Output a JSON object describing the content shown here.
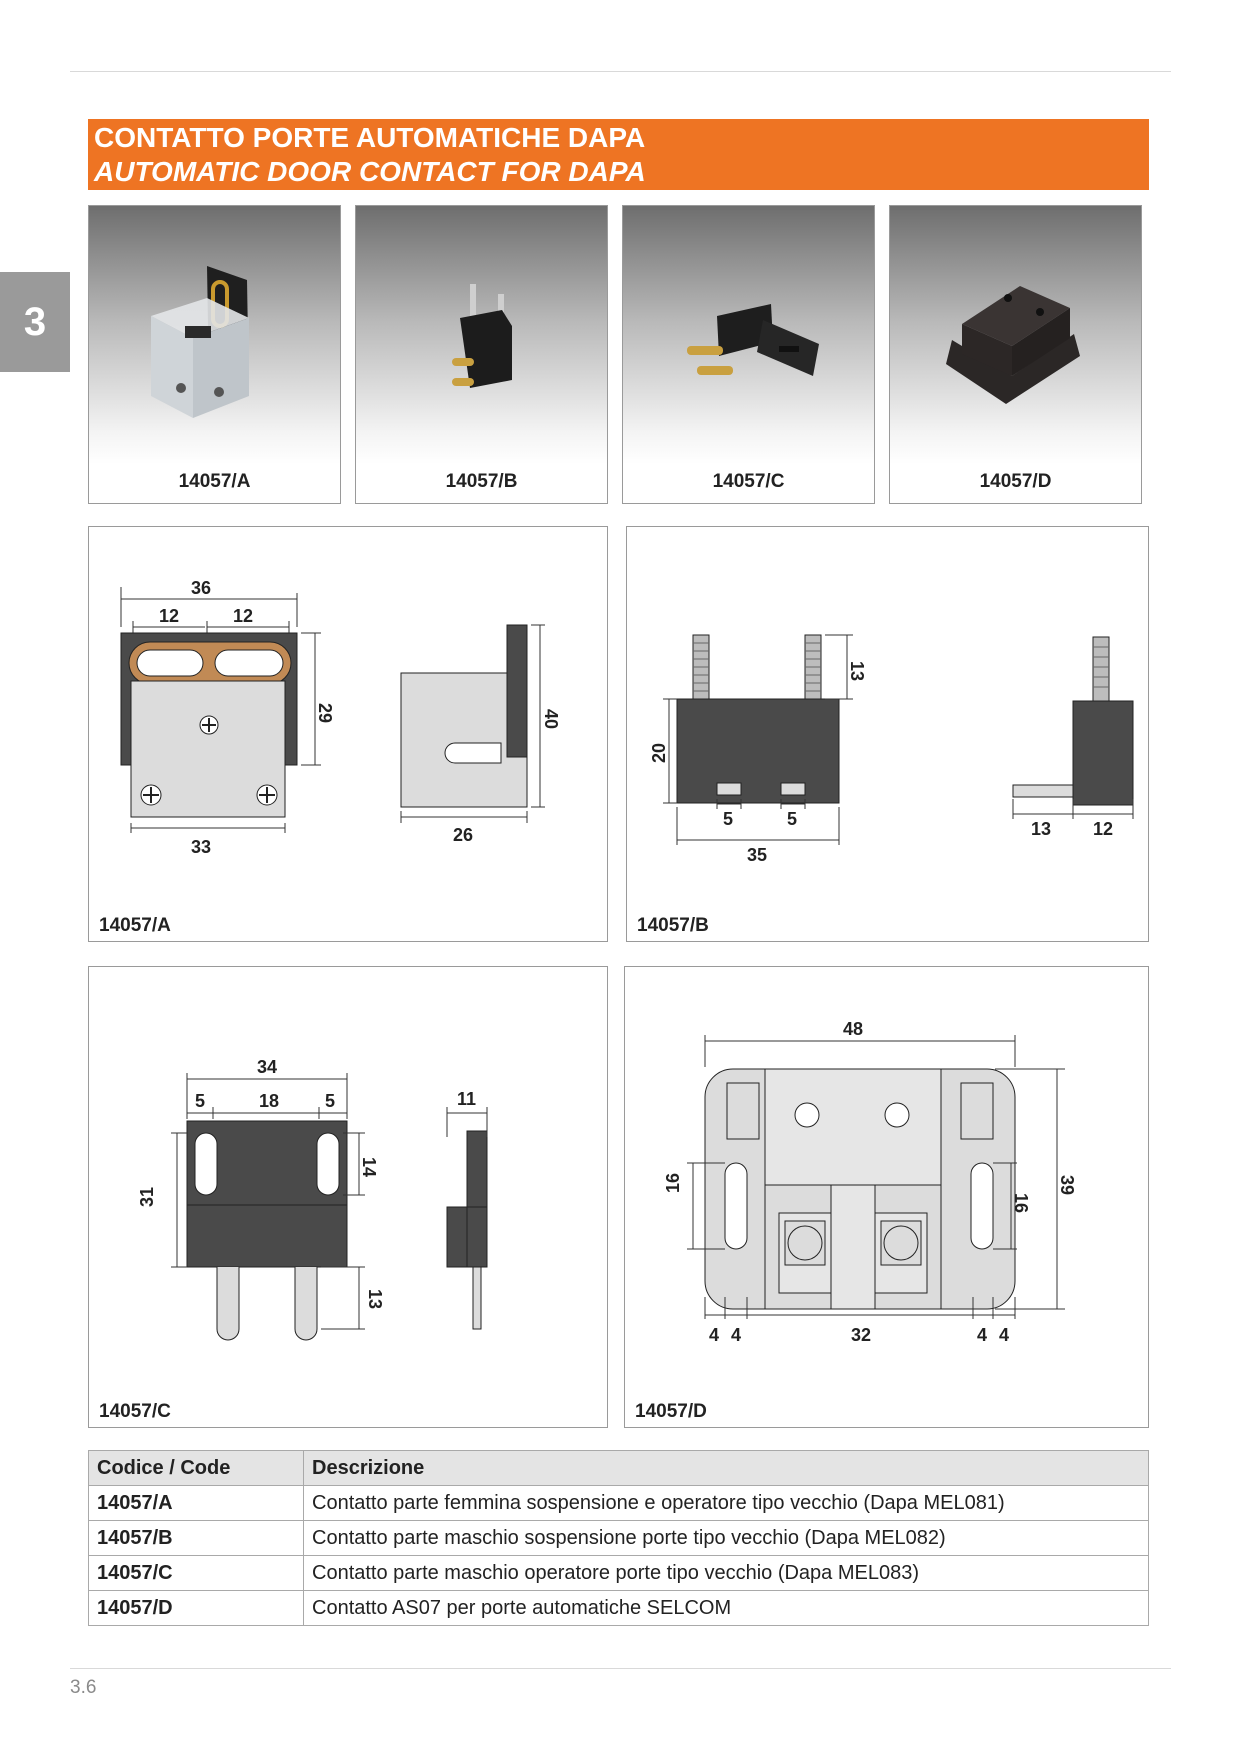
{
  "section_number": "3",
  "banner": {
    "title_it": "CONTATTO PORTE AUTOMATICHE DAPA",
    "title_en": "AUTOMATIC DOOR CONTACT FOR DAPA"
  },
  "photos": [
    {
      "code": "14057/A"
    },
    {
      "code": "14057/B"
    },
    {
      "code": "14057/C"
    },
    {
      "code": "14057/D"
    }
  ],
  "drawings": {
    "a": {
      "code": "14057/A",
      "dims": {
        "total_width": "36",
        "left_slot": "12",
        "right_slot": "12",
        "height_right": "29",
        "base_width": "33",
        "side_height": "40",
        "side_width": "26"
      }
    },
    "b": {
      "code": "14057/B",
      "dims": {
        "pin_height": "13",
        "body_height": "20",
        "tab_left": "5",
        "tab_right": "5",
        "body_width": "35",
        "side_pin_length": "13",
        "side_body_width": "12"
      }
    },
    "c": {
      "code": "14057/C",
      "dims": {
        "total_width": "34",
        "left": "5",
        "center": "18",
        "right": "5",
        "height": "31",
        "slot_height": "14",
        "pin_length": "13",
        "side_width": "11"
      }
    },
    "d": {
      "code": "14057/D",
      "dims": {
        "width": "48",
        "height": "39",
        "slot_left": "16",
        "slot_right": "16",
        "bottom_l1": "4",
        "bottom_l2": "4",
        "bottom_center": "32",
        "bottom_r1": "4",
        "bottom_r2": "4"
      }
    }
  },
  "table": {
    "headers": [
      "Codice / Code",
      "Descrizione"
    ],
    "rows": [
      {
        "code": "14057/A",
        "description": "Contatto parte femmina sospensione e operatore tipo vecchio (Dapa MEL081)"
      },
      {
        "code": "14057/B",
        "description": "Contatto parte maschio sospensione porte tipo vecchio (Dapa MEL082)"
      },
      {
        "code": "14057/C",
        "description": "Contatto parte maschio operatore porte tipo vecchio (Dapa MEL083)"
      },
      {
        "code": "14057/D",
        "description": "Contatto AS07 per porte automatiche SELCOM"
      }
    ]
  },
  "page_number": "3.6"
}
